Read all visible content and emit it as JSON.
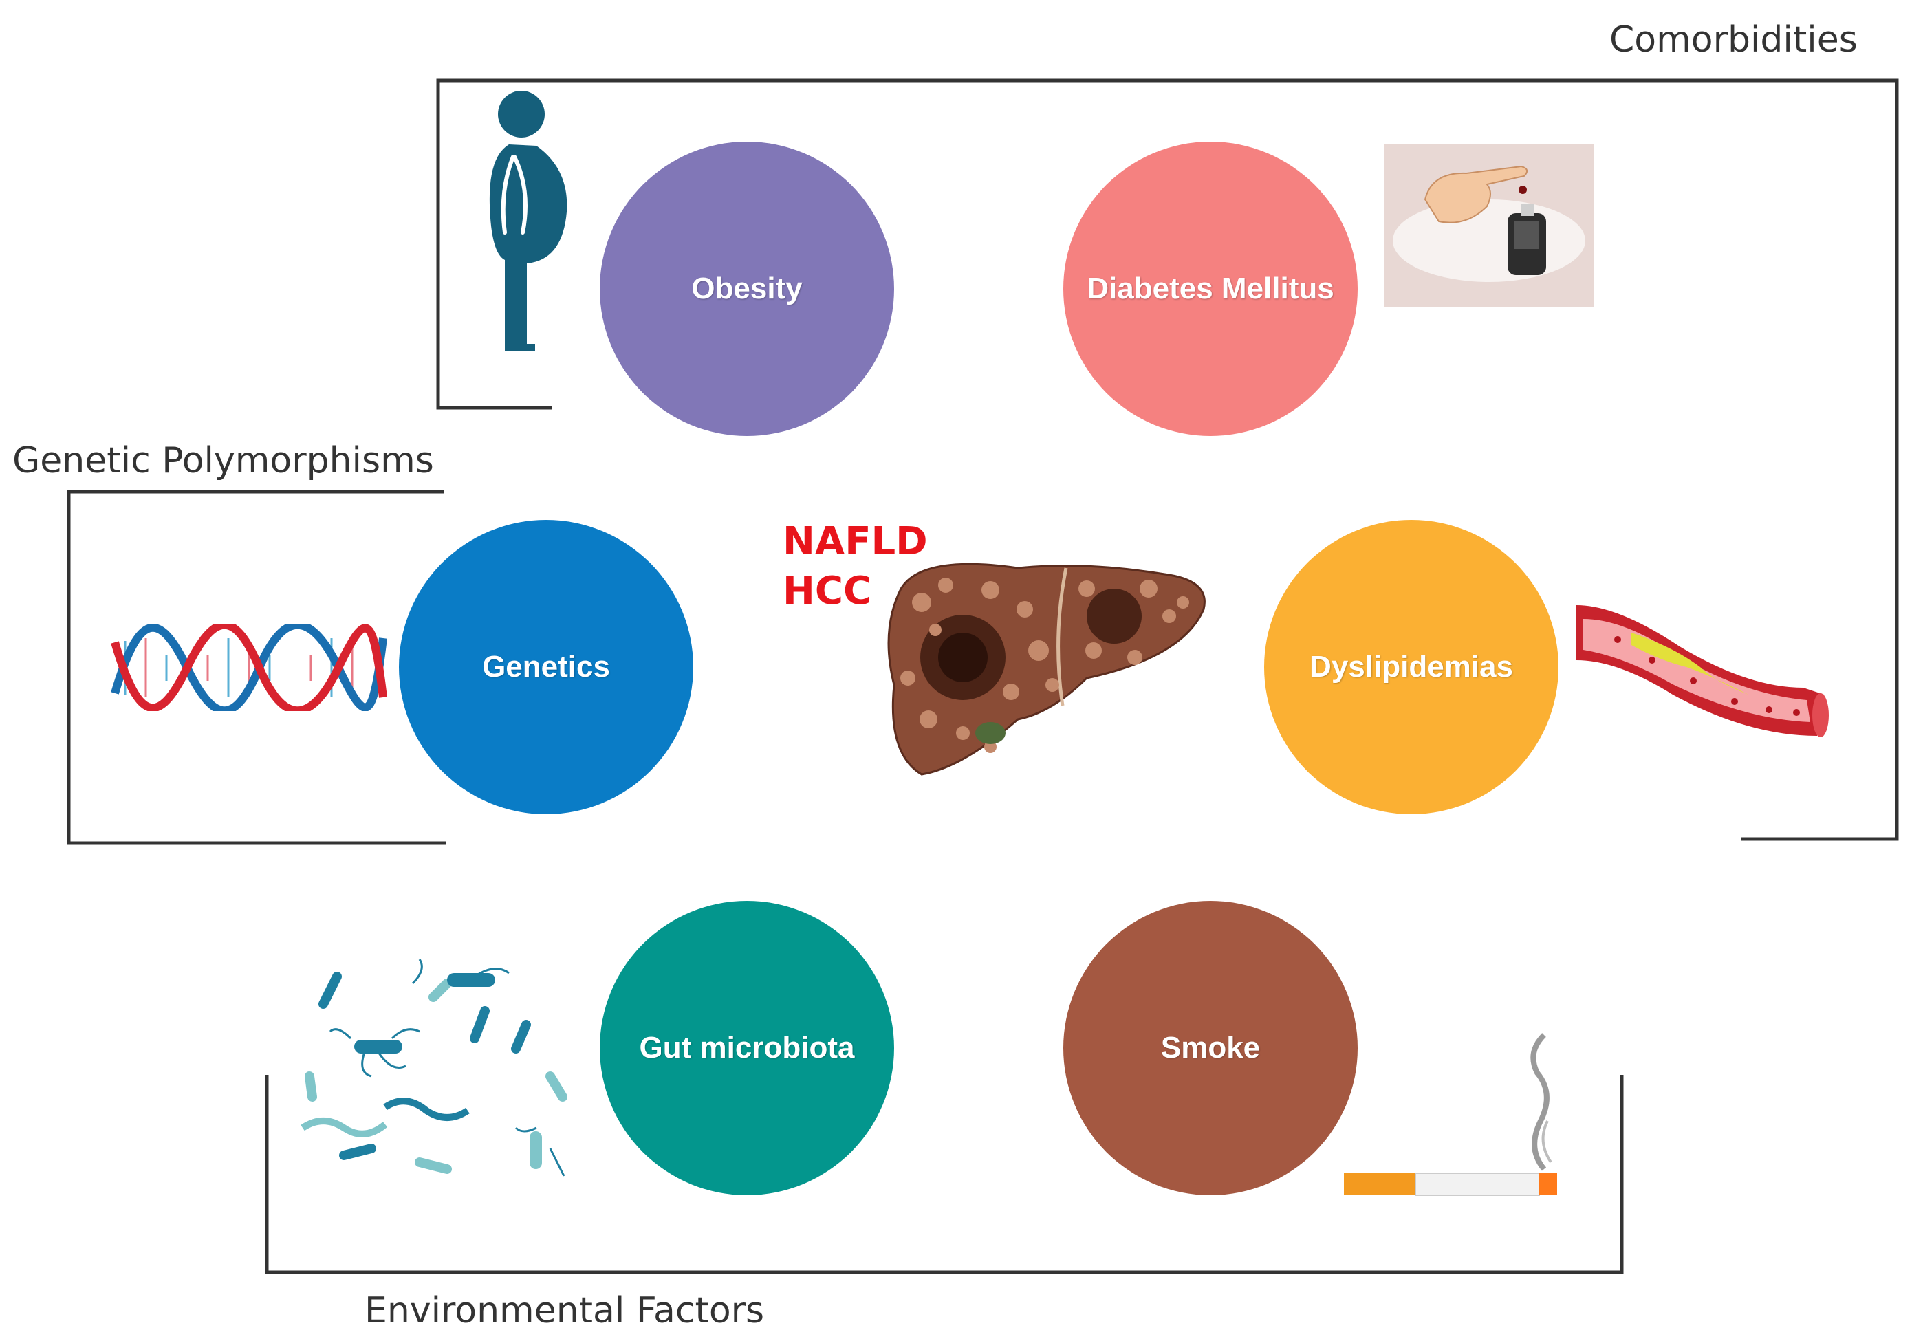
{
  "groups": {
    "comorbidities": "Comorbidities",
    "genetic": "Genetic Polymorphisms",
    "environmental": "Environmental Factors"
  },
  "center": {
    "line1": "NAFLD",
    "line2": "HCC",
    "color": "#e8141b"
  },
  "factors": {
    "obesity": {
      "label": "Obesity",
      "color": "#8177b7"
    },
    "diabetes": {
      "label": "Diabetes Mellitus",
      "color": "#f58180"
    },
    "genetics": {
      "label": "Genetics",
      "color": "#0a7cc6"
    },
    "dyslipidemias": {
      "label": "Dyslipidemias",
      "color": "#fbb033"
    },
    "gut": {
      "label": "Gut microbiota",
      "color": "#03968d"
    },
    "smoke": {
      "label": "Smoke",
      "color": "#a45841"
    }
  },
  "icons": [
    "obese-person-icon",
    "glucometer-finger-icon",
    "dna-helix-icon",
    "liver-tumor-icon",
    "artery-plaque-icon",
    "bacteria-icon",
    "cigarette-icon"
  ]
}
